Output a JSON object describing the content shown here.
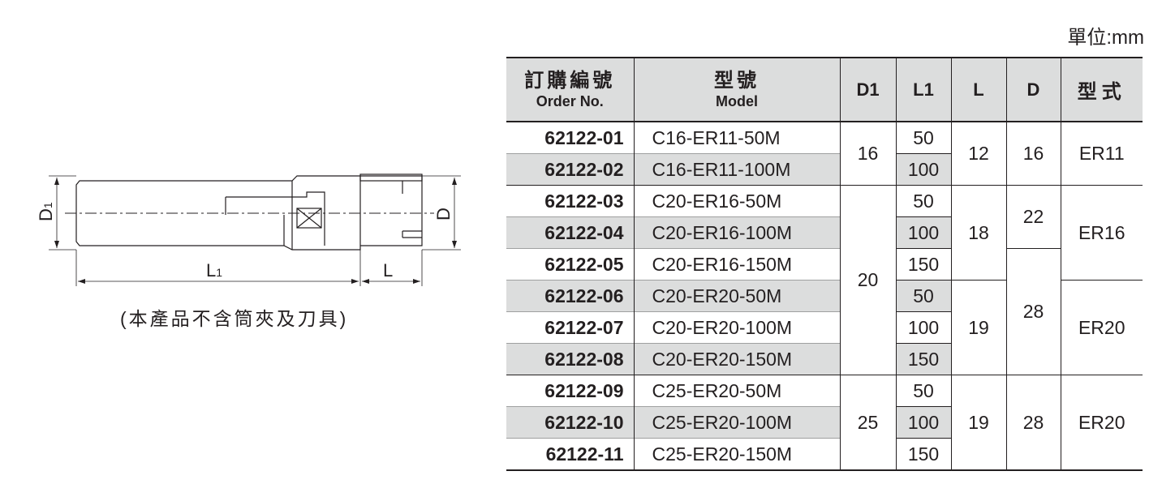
{
  "unit": "單位:mm",
  "drawing": {
    "labels": {
      "d1_main": "D",
      "d1_sub": "1",
      "d_label": "D",
      "l1_main": "L",
      "l1_sub": "1",
      "l_label": "L"
    },
    "note": "(本產品不含筒夾及刀具)"
  },
  "table": {
    "headers": {
      "order_zh": "訂購編號",
      "order_en": "Order No.",
      "model_zh": "型號",
      "model_en": "Model",
      "d1": "D1",
      "l1": "L1",
      "l": "L",
      "d": "D",
      "type": "型式"
    },
    "rows": [
      {
        "order": "62122-01",
        "model": "C16-ER11-50M",
        "l1": "50"
      },
      {
        "order": "62122-02",
        "model": "C16-ER11-100M",
        "l1": "100"
      },
      {
        "order": "62122-03",
        "model": "C20-ER16-50M",
        "l1": "50"
      },
      {
        "order": "62122-04",
        "model": "C20-ER16-100M",
        "l1": "100"
      },
      {
        "order": "62122-05",
        "model": "C20-ER16-150M",
        "l1": "150"
      },
      {
        "order": "62122-06",
        "model": "C20-ER20-50M",
        "l1": "50"
      },
      {
        "order": "62122-07",
        "model": "C20-ER20-100M",
        "l1": "100"
      },
      {
        "order": "62122-08",
        "model": "C20-ER20-150M",
        "l1": "150"
      },
      {
        "order": "62122-09",
        "model": "C25-ER20-50M",
        "l1": "50"
      },
      {
        "order": "62122-10",
        "model": "C25-ER20-100M",
        "l1": "100"
      },
      {
        "order": "62122-11",
        "model": "C25-ER20-150M",
        "l1": "150"
      }
    ],
    "merged": {
      "d1": [
        "16",
        "20",
        "25"
      ],
      "l": [
        "12",
        "18",
        "19",
        "19"
      ],
      "d": [
        "16",
        "22",
        "28",
        "28"
      ],
      "type": [
        "ER11",
        "ER16",
        "ER20",
        "ER20"
      ]
    }
  }
}
